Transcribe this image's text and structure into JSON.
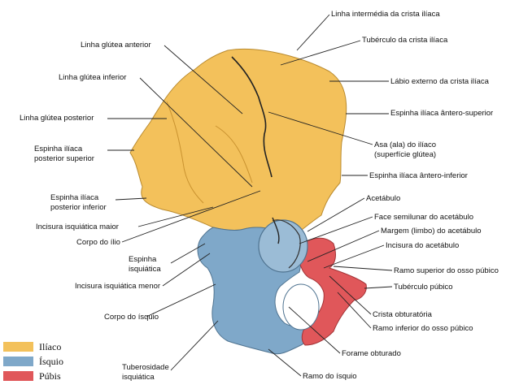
{
  "colors": {
    "ilium": "#f3c15b",
    "ischium": "#7fa8c9",
    "pubis": "#e0575a"
  },
  "labels": {
    "linha_intermedia": "Linha intermédia da crista ilíaca",
    "tuberculo_crista": "Tubérculo da crista ilíaca",
    "labio_externo": "Lábio externo da crista ilíaca",
    "espinha_antero_superior": "Espinha ilíaca ântero-superior",
    "asa_line1": "Asa (ala) do ilíaco",
    "asa_line2": "(superfície glútea)",
    "espinha_antero_inferior": "Espinha ilíaca ântero-inferior",
    "acetabulo": "Acetábulo",
    "face_semilunar": "Face semilunar do acetábulo",
    "margem_limbo": "Margem (limbo) do acetábulo",
    "incisura_acetabulo": "Incisura do acetábulo",
    "ramo_superior_pubico": "Ramo superior do osso púbico",
    "tuberculo_pubico": "Tubérculo púbico",
    "crista_obturatoria": "Crista obturatória",
    "ramo_inferior_pubico": "Ramo inferior do osso púbico",
    "forame_obturado": "Forame obturado",
    "ramo_isquio": "Ramo do ísquio",
    "linha_glutea_anterior": "Linha glútea anterior",
    "linha_glutea_inferior": "Linha glútea inferior",
    "linha_glutea_posterior": "Linha glútea posterior",
    "esp_post_sup_line1": "Espinha ilíaca",
    "esp_post_sup_line2": "posterior superior",
    "esp_post_inf_line1": "Espinha ilíaca",
    "esp_post_inf_line2": "posterior inferior",
    "incisura_isquiatica_maior": "Incisura isquiática maior",
    "corpo_ilio": "Corpo do ílio",
    "espinha_isq_line1": "Espinha",
    "espinha_isq_line2": "isquiática",
    "incisura_isquiatica_menor": "Incisura isquiática menor",
    "corpo_isquio": "Corpo do ísquio",
    "tuberosidade_line1": "Tuberosidade",
    "tuberosidade_line2": "isquiática"
  },
  "legend": [
    {
      "label": "Ilíaco",
      "color": "#f3c15b"
    },
    {
      "label": "Ísquio",
      "color": "#7fa8c9"
    },
    {
      "label": "Púbis",
      "color": "#e0575a"
    }
  ]
}
